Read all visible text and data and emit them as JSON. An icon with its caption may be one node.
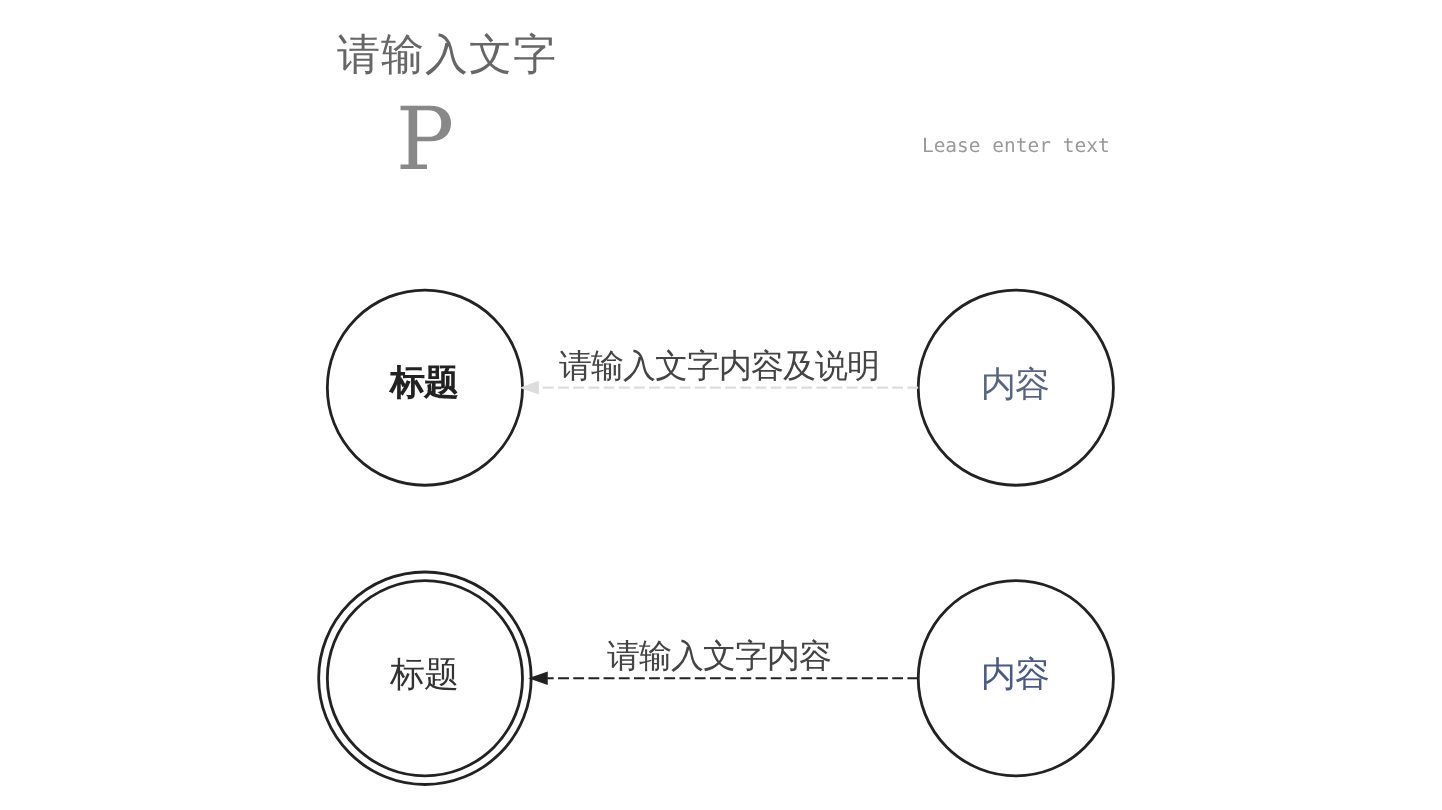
{
  "diagram": {
    "title": "请输入文字",
    "nodes": [
      {
        "text": [
          "标题"
        ]
      },
      {
        "text": [
          "内容"
        ]
      },
      {
        "text": [
          "标题"
        ]
      },
      {
        "text": [
          "内容"
        ]
      }
    ],
    "edges": [
      {
        "from": 1,
        "to": 0,
        "arrow": "to",
        "label": "请输入文字内容及说明",
        "style": "dashed",
        "color": "#dddddd"
      },
      {
        "from": 3,
        "to": 2,
        "arrow": "to",
        "label": "请输入文字内容",
        "style": "dashed",
        "color": "#222222"
      }
    ],
    "labels": [
      "P",
      "Lease enter text"
    ]
  }
}
